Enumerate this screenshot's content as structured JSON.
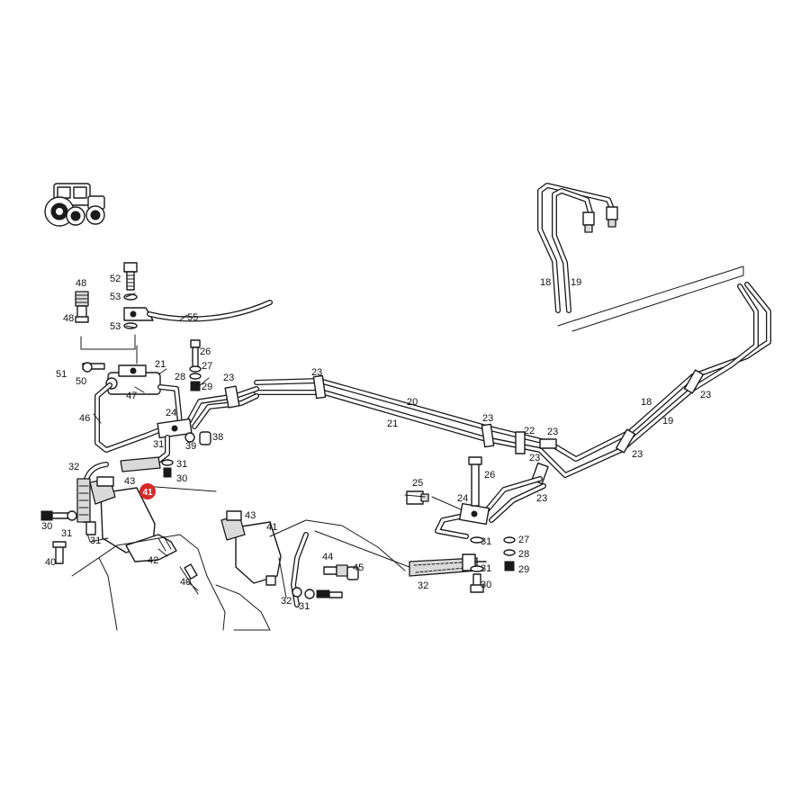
{
  "highlight": {
    "label": "41",
    "color": "#d42a2a"
  },
  "callouts": [
    "48",
    "48",
    "52",
    "53",
    "55",
    "53",
    "26",
    "51",
    "50",
    "21",
    "27",
    "28",
    "29",
    "23",
    "47",
    "46",
    "24",
    "31",
    "39",
    "38",
    "31",
    "30",
    "32",
    "43",
    "30",
    "31",
    "31",
    "40",
    "42",
    "40",
    "23",
    "20",
    "21",
    "23",
    "22",
    "23",
    "18",
    "19",
    "18",
    "19",
    "23",
    "23",
    "23",
    "26",
    "25",
    "24",
    "23",
    "31",
    "27",
    "28",
    "31",
    "29",
    "30",
    "43",
    "41",
    "44",
    "45",
    "32",
    "31",
    "32"
  ],
  "icons": [
    "tractor-icon"
  ]
}
